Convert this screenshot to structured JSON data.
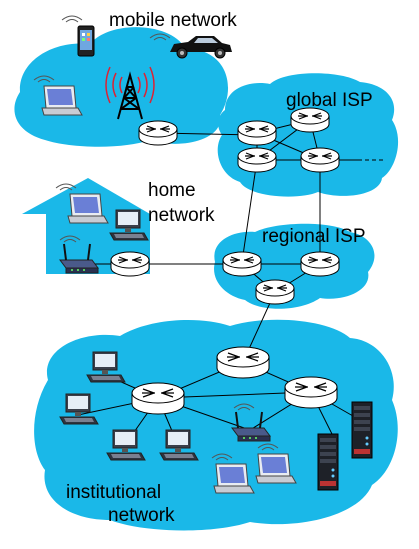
{
  "labels": {
    "mobile_network": "mobile network",
    "global_isp": "global ISP",
    "home_line1": "home",
    "home_line2": "network",
    "regional_isp": "regional ISP",
    "institutional_line1": "institutional",
    "institutional_line2": "network"
  },
  "colors": {
    "cloud": "#1ab8e8",
    "cloud_edge": "#0a8fc0",
    "router_fill": "#ffffff",
    "link": "#000000",
    "text": "#000000"
  },
  "icons": {
    "router": "router-icon",
    "laptop": "laptop-icon",
    "desktop": "desktop-pc-icon",
    "server": "server-rack-icon",
    "wifi_ap": "wireless-access-point-icon",
    "cell_tower": "cell-tower-icon",
    "phone": "smartphone-icon",
    "car": "car-icon"
  }
}
